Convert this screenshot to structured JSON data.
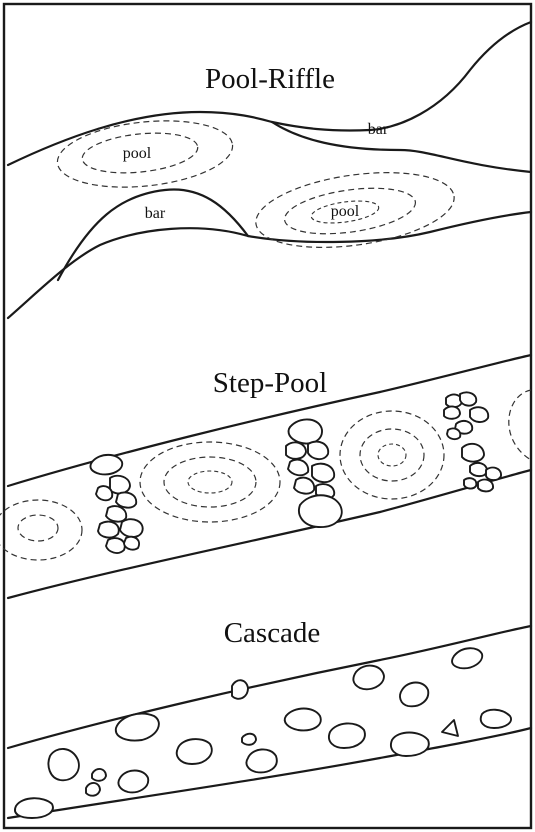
{
  "panels": {
    "pool_riffle": {
      "title": "Pool-Riffle",
      "bar_upper": "bar",
      "bar_lower": "bar",
      "pool_left": "pool",
      "pool_right": "pool"
    },
    "step_pool": {
      "title": "Step-Pool"
    },
    "cascade": {
      "title": "Cascade"
    }
  },
  "colors": {
    "ink": "#1a1a1a",
    "background": "#ffffff"
  }
}
